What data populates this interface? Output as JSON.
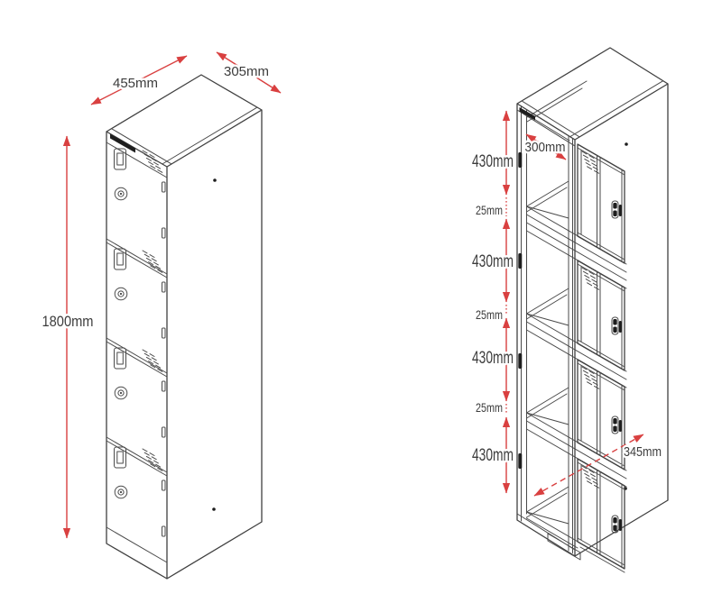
{
  "diagram": {
    "closed_view": {
      "depth_label": "455mm",
      "width_label": "305mm",
      "height_label": "1800mm"
    },
    "open_view": {
      "compartment_labels": [
        "430mm",
        "430mm",
        "430mm",
        "430mm"
      ],
      "gap_labels": [
        "25mm",
        "25mm",
        "25mm"
      ],
      "inner_width_label": "300mm",
      "inner_depth_label": "345mm"
    },
    "colors": {
      "dimension_red": "#d94040",
      "line_gray": "#4a4a4a"
    }
  }
}
